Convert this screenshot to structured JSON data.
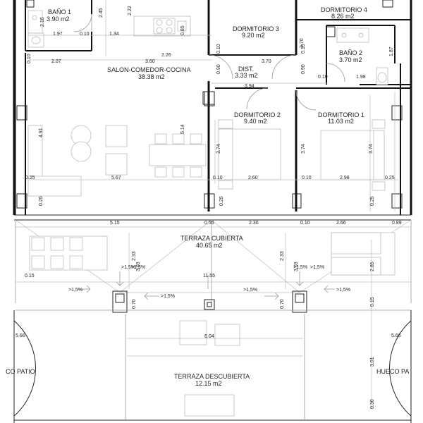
{
  "rooms": {
    "bano1": {
      "name": "BAÑO 1",
      "area": "3.90 m2"
    },
    "dormitorio4": {
      "name": "DORMITORIO 4",
      "area": "8.26 m2"
    },
    "dormitorio3": {
      "name": "DORMITORIO 3",
      "area": "9.20 m2"
    },
    "bano2": {
      "name": "BAÑO 2",
      "area": "3.70 m2"
    },
    "salon": {
      "name": "SALON-COMEDOR-COCINA",
      "area": "38.38 m2"
    },
    "dist": {
      "name": "DIST.",
      "area": "3.33 m2"
    },
    "dormitorio2": {
      "name": "DORMITORIO 2",
      "area": "9.40 m2"
    },
    "dormitorio1": {
      "name": "DORMITORIO 1",
      "area": "11.03 m2"
    },
    "terraza_cubierta": {
      "name": "TERRAZA CUBIERTA",
      "area": "40.65 m2"
    },
    "terraza_descubierta": {
      "name": "TERRAZA DESCUBIERTA",
      "area": "12.15 m2"
    },
    "patio_left": {
      "name": "CO PATIO"
    },
    "patio_right": {
      "name": "HUECO PA"
    }
  },
  "dims": {
    "d_2_15": "2.15",
    "d_2_45": "2.45",
    "d_2_22": "2.22",
    "d_0_85": "0.85",
    "d_1_97": "1.97",
    "d_0_10_a": "0.10",
    "d_1_34": "1.34",
    "d_2_26": "2.26",
    "d_0_10_b": "0.10",
    "d_0_10_c": "0.10",
    "d_2_07": "2.07",
    "d_3_60": "3.60",
    "d_0_10_d": "0.10",
    "d_3_70_a": "3.70",
    "d_0_90_a": "0.90",
    "d_0_90_b": "0.90",
    "d_3_94": "3.94",
    "d_0_10_e": "0.10",
    "d_1_98": "1.98",
    "d_1_87": "1.87",
    "d_3_70_b": "3.70",
    "d_4_91": "4.91",
    "d_5_14": "5.14",
    "d_3_74_a": "3.74",
    "d_3_74_b": "3.74",
    "d_3_74_c": "3.74",
    "d_0_25_a": "0.25",
    "d_5_67": "5.67",
    "d_0_10_f": "0.10",
    "d_2_60": "2.60",
    "d_0_10_g": "0.10",
    "d_2_98": "2.98",
    "d_0_25_b": "0.25",
    "d_0_25_c": "0.25",
    "d_0_25_d": "0.25",
    "d_0_25_e": "0.25",
    "d_5_15": "5.15",
    "d_0_55": "0.55",
    "d_2_30": "2.30",
    "d_0_10_h": "0.10",
    "d_2_66": "2.66",
    "d_0_89": "0.89",
    "d_2_33_a": "2.33",
    "d_3_03_a": "3.03",
    "d_2_33_b": "2.33",
    "d_3_03_b": "3.03",
    "d_0_15_a": "0.15",
    "d_11_55": "11.55",
    "d_2_85": "2.85",
    "d_0_15_b": "0.15",
    "d_0_70_a": "0.70",
    "d_0_70_b": "0.70",
    "d_6_04": "6.04",
    "d_5_66_a": "5.66",
    "d_5_66_b": "5.66",
    "d_3_01": "3.01",
    "d_0_30": "0.30"
  },
  "slopes": {
    "s1": ">1,5%",
    "s2": ">1,5%",
    "s3": ">1,5%",
    "s4": ">1,5%",
    "s5": ">1,5%",
    "s6": ">1,5%",
    "s7": ">1,5%",
    "s8": ">1,5%"
  }
}
